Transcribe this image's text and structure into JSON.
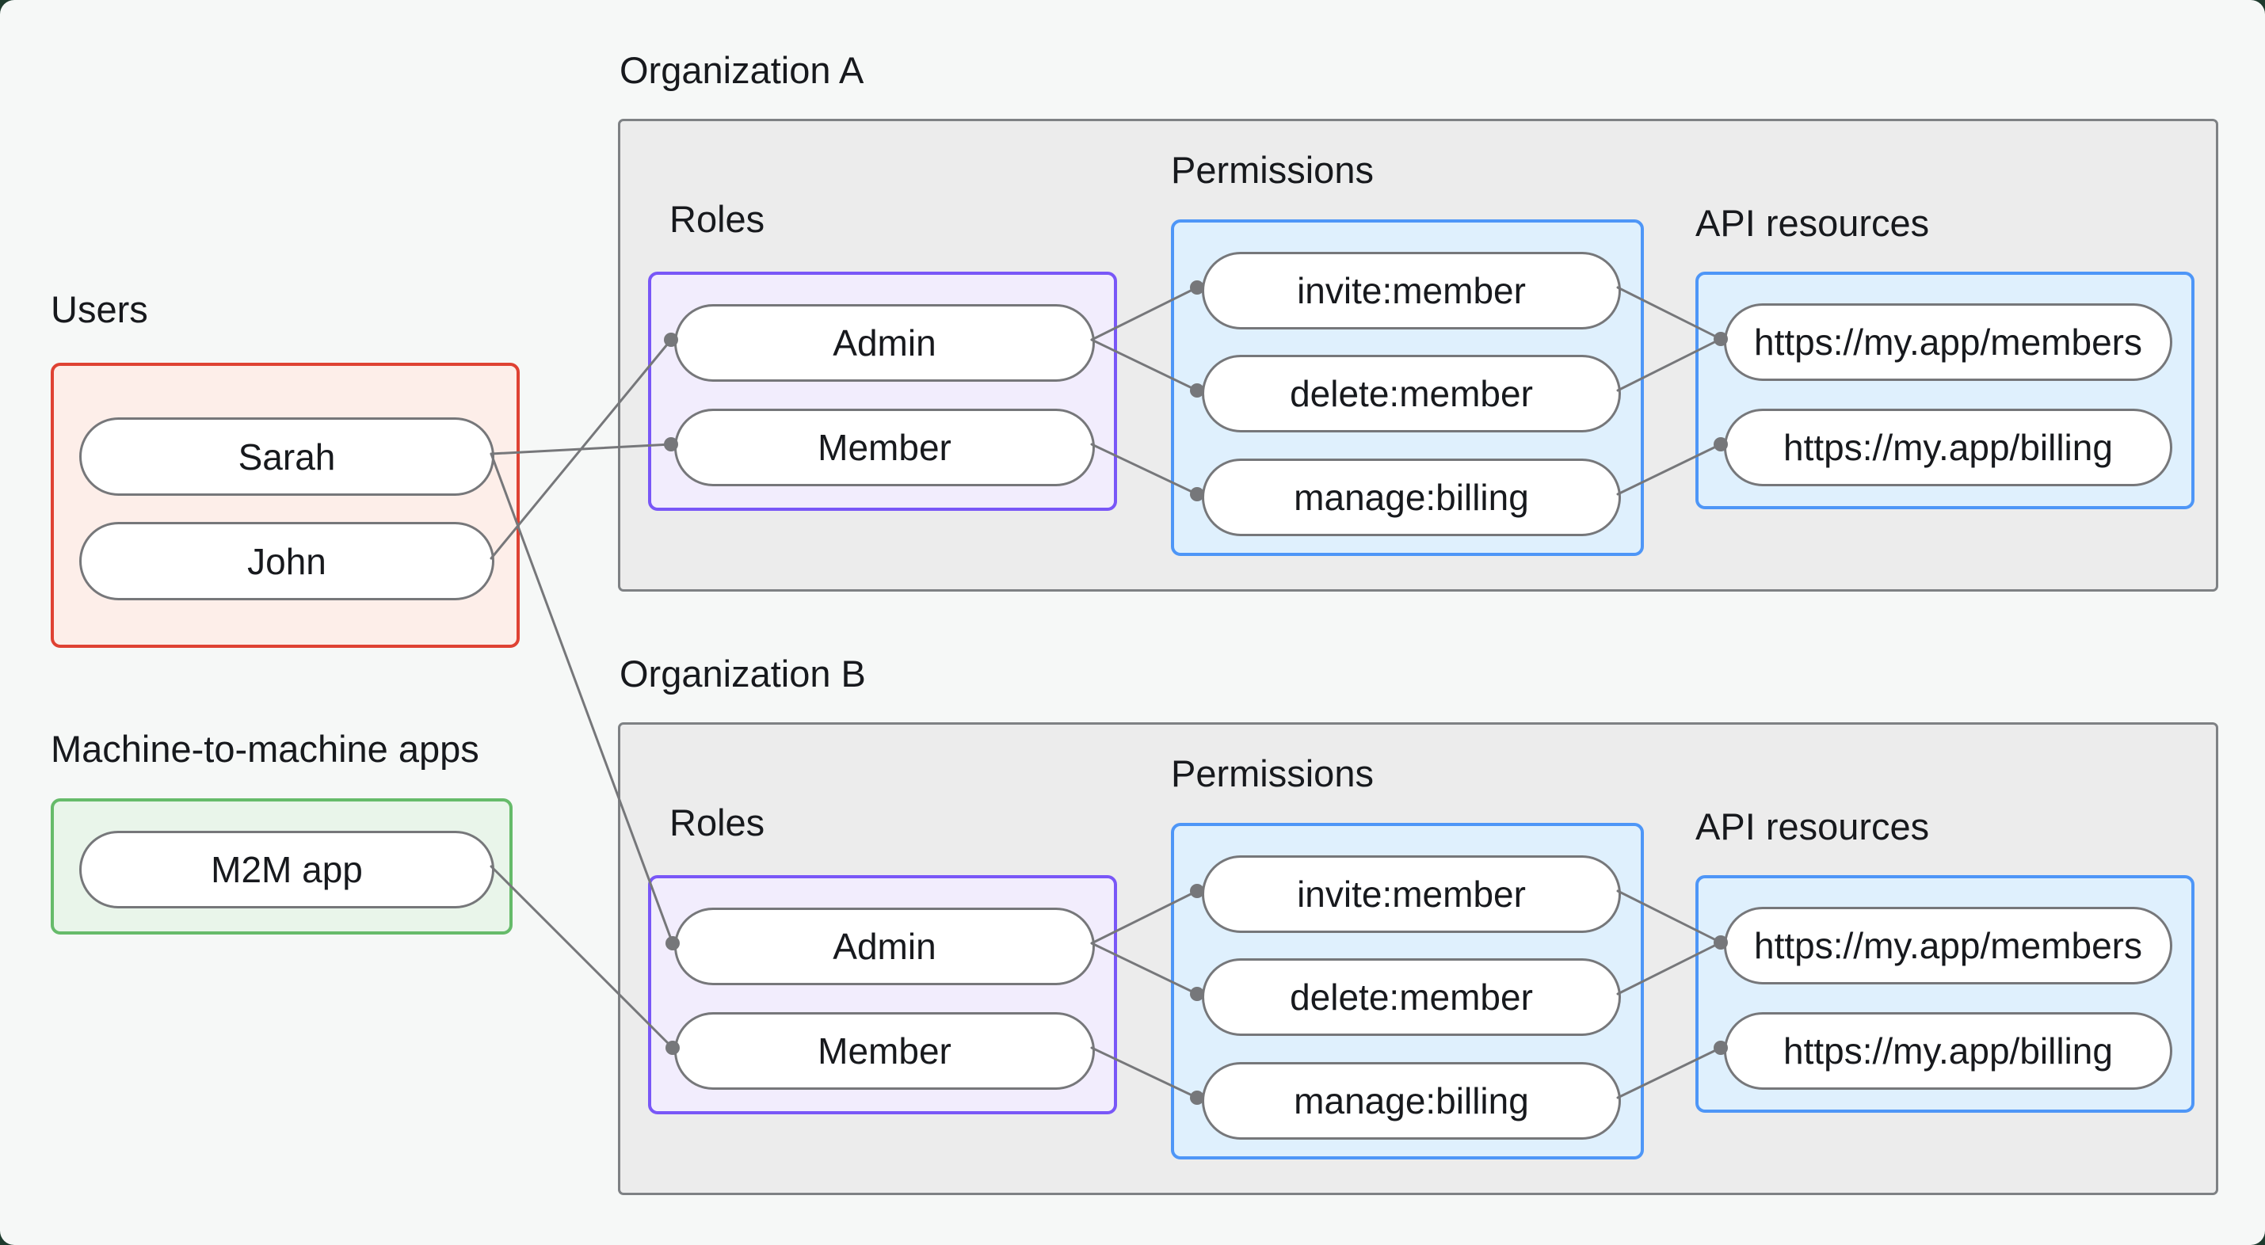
{
  "colors": {
    "page_bg": "#f6f8f7",
    "outside_bg": "#1e3b2e",
    "org_box_fill": "#ececec",
    "org_box_border": "#7e8184",
    "users_fill": "#fdeee9",
    "users_border": "#df4233",
    "m2m_fill": "#e9f5ea",
    "m2m_border": "#66bb6a",
    "roles_fill": "#f2edfd",
    "roles_border": "#7957f7",
    "permissions_fill": "#dff0fd",
    "permissions_border": "#4e96f7",
    "pill_fill": "#ffffff",
    "pill_border": "#76777a",
    "wire": "#76777a",
    "text": "#17191d"
  },
  "users_group": {
    "label": "Users",
    "items": [
      "Sarah",
      "John"
    ]
  },
  "m2m_group": {
    "label": "Machine-to-machine apps",
    "items": [
      "M2M app"
    ]
  },
  "orgs": [
    {
      "title": "Organization A",
      "roles_label": "Roles",
      "roles": [
        "Admin",
        "Member"
      ],
      "permissions_label": "Permissions",
      "permissions": [
        "invite:member",
        "delete:member",
        "manage:billing"
      ],
      "api_label": "API resources",
      "api_resources": [
        "https://my.app/members",
        "https://my.app/billing"
      ]
    },
    {
      "title": "Organization B",
      "roles_label": "Roles",
      "roles": [
        "Admin",
        "Member"
      ],
      "permissions_label": "Permissions",
      "permissions": [
        "invite:member",
        "delete:member",
        "manage:billing"
      ],
      "api_label": "API resources",
      "api_resources": [
        "https://my.app/members",
        "https://my.app/billing"
      ]
    }
  ],
  "edges": [
    "Sarah → Organization A : Member",
    "John → Organization A : Admin",
    "Sarah → Organization B : Admin",
    "M2M app → Organization B : Member",
    "Organization A : Admin → invite:member",
    "Organization A : Admin → delete:member",
    "Organization A : Member → manage:billing",
    "Organization A : invite:member → https://my.app/members",
    "Organization A : delete:member → https://my.app/members",
    "Organization A : manage:billing → https://my.app/billing",
    "Organization B : Admin → invite:member",
    "Organization B : Admin → delete:member",
    "Organization B : Member → manage:billing",
    "Organization B : invite:member → https://my.app/members",
    "Organization B : delete:member → https://my.app/members",
    "Organization B : manage:billing → https://my.app/billing"
  ]
}
